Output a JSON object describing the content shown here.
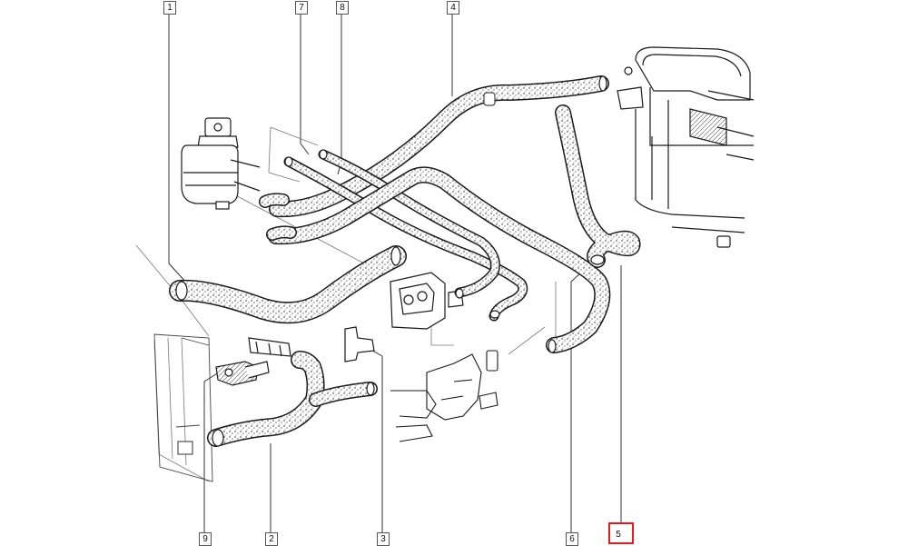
{
  "diagram": {
    "part_refs": [
      {
        "id": "r1",
        "label": "1",
        "highlighted": false
      },
      {
        "id": "r7",
        "label": "7",
        "highlighted": false
      },
      {
        "id": "r8",
        "label": "8",
        "highlighted": false
      },
      {
        "id": "r4",
        "label": "4",
        "highlighted": false
      },
      {
        "id": "r9",
        "label": "9",
        "highlighted": false
      },
      {
        "id": "r2",
        "label": "2",
        "highlighted": false
      },
      {
        "id": "r3",
        "label": "3",
        "highlighted": false
      },
      {
        "id": "r6",
        "label": "6",
        "highlighted": false
      },
      {
        "id": "r5",
        "label": "5",
        "highlighted": true
      }
    ],
    "colors": {
      "line": "#1a1a1a",
      "hose_fill": "#d8d8d8",
      "highlight": "#e21a1a"
    }
  }
}
